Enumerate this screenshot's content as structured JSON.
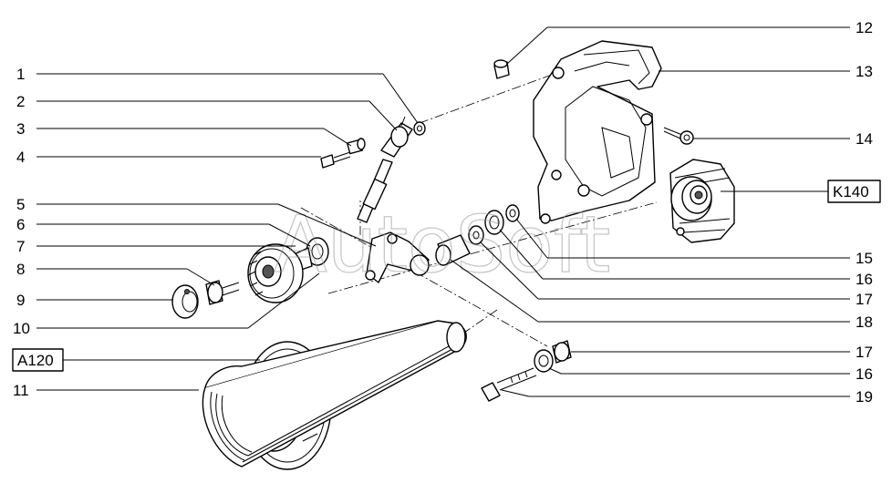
{
  "callouts_left": [
    {
      "label": "1"
    },
    {
      "label": "2"
    },
    {
      "label": "3"
    },
    {
      "label": "4"
    },
    {
      "label": "5"
    },
    {
      "label": "6"
    },
    {
      "label": "7"
    },
    {
      "label": "8"
    },
    {
      "label": "9"
    },
    {
      "label": "10"
    },
    {
      "label": "11"
    }
  ],
  "callouts_right": [
    {
      "label": "12"
    },
    {
      "label": "13"
    },
    {
      "label": "14"
    },
    {
      "label": "15"
    },
    {
      "label": "16"
    },
    {
      "label": "17"
    },
    {
      "label": "18"
    },
    {
      "label": "17"
    },
    {
      "label": "16"
    },
    {
      "label": "19"
    }
  ],
  "references": {
    "k140": "K140",
    "a120": "A120"
  },
  "watermark": "AutoSoft"
}
